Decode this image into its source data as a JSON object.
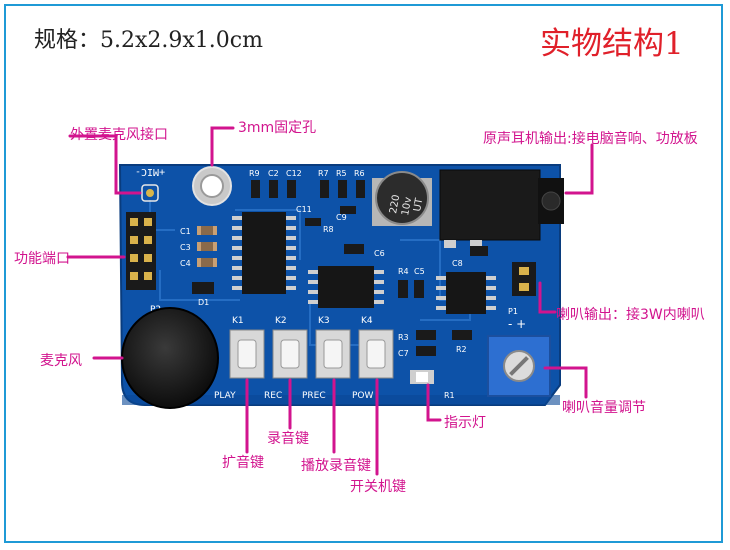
{
  "spec": "规格：5.2x2.9x1.0cm",
  "title": "实物结构1",
  "labels": {
    "mic_port": "外置麦克风接口",
    "hole": "3mm固定孔",
    "earphone": "原声耳机输出:接电脑音响、功放板",
    "func": "功能端口",
    "speaker_out": "喇叭输出：接3W内喇叭",
    "mic": "麦克风",
    "volume": "喇叭音量调节",
    "led": "指示灯",
    "play_key": "扩音键",
    "rec_key": "录音键",
    "prec_key": "播放录音键",
    "pow_key": "开关机键"
  },
  "silk": {
    "mic_jack": "+MIC-",
    "r9": "R9",
    "c2": "C2",
    "c12": "C12",
    "r7": "R7",
    "r5": "R5",
    "r6": "R6",
    "c11": "C11",
    "r8": "R8",
    "c9": "C9",
    "c6": "C6",
    "c1": "C1",
    "c3": "C3",
    "c4": "C4",
    "d1": "D1",
    "p2": "P2",
    "r4": "R4",
    "c5": "C5",
    "c8": "C8",
    "p1": "P1",
    "r3": "R3",
    "c7": "C7",
    "r2": "R2",
    "r1": "R1",
    "k1": "K1",
    "k2": "K2",
    "k3": "K3",
    "k4": "K4",
    "play": "PLAY",
    "rec": "REC",
    "prec": "PREC",
    "pow": "POW",
    "cap1": "220",
    "cap2": "10v",
    "cap3": "UT"
  }
}
